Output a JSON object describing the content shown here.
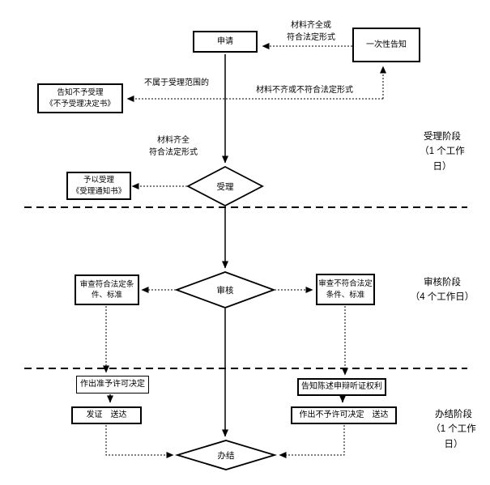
{
  "colors": {
    "line": "#000000",
    "background": "#ffffff"
  },
  "flowchart": {
    "nodes": {
      "apply": "申请",
      "one_time_notice": "一次性告知",
      "reject_notice": "告知不予受理\n《不予受理决定书》",
      "accept_notice": "予以受理\n《受理通知书》",
      "accept_decision": "受理",
      "review_decision": "审核",
      "review_pass": "审查符合法定条\n件、标准",
      "review_fail": "审查不符合法定\n条件、标准",
      "grant_decision": "作出准予许可决定",
      "issue_deliver": "发证　送达",
      "inform_rights": "告知陈述申辩听证权利",
      "deny_deliver": "作出不予许可决定　送达",
      "complete": "办结"
    },
    "edge_labels": {
      "materials_complete_top": "材料齐全或\n符合法定形式",
      "not_in_scope": "不属于受理范围的",
      "materials_incomplete": "材料不齐或不符合法定形式",
      "materials_complete_mid": "材料齐全\n符合法定形式"
    },
    "stage_labels": {
      "accept_stage": "受理阶段\n（1 个工作\n日）",
      "review_stage": "审核阶段\n（4 个工作日）",
      "complete_stage": "办结阶段\n（1 个工作\n日）"
    }
  }
}
